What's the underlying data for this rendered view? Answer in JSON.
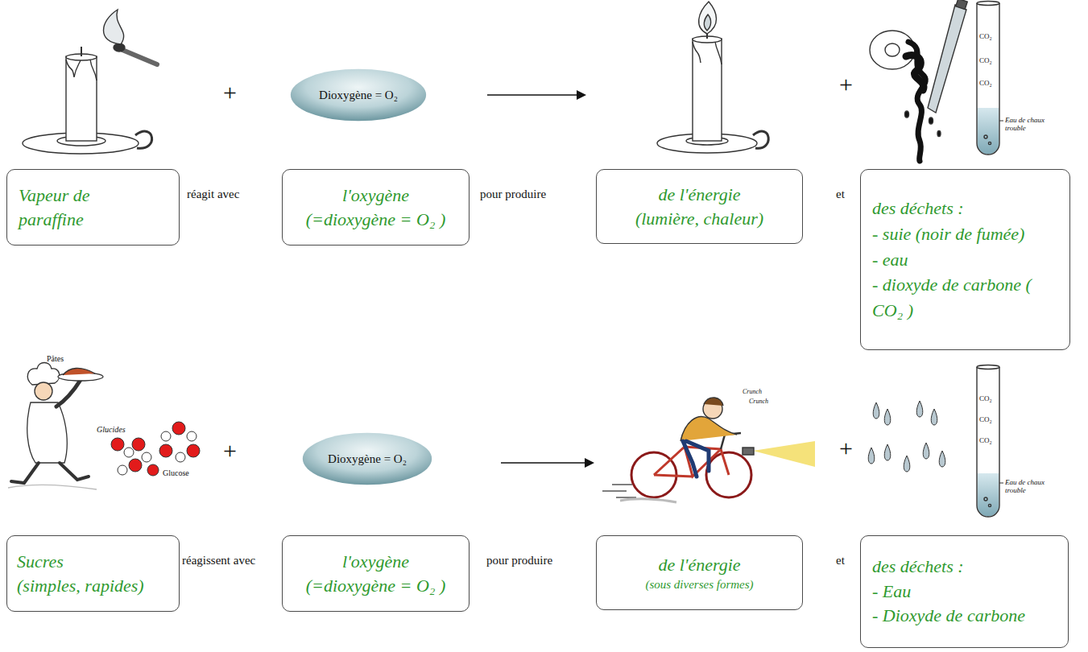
{
  "diagram": {
    "nodes": [
      {
        "text": [
          "Dioxygène = O₂"
        ]
      },
      {
        "text": [
          "Vapeur de paraffine"
        ]
      },
      {
        "text": [
          "l'oxygène",
          "(=dioxygène = O₂ )"
        ]
      },
      {
        "text": [
          "de l'énergie",
          "(lumière, chaleur)"
        ]
      },
      {
        "text": [
          "des déchets :",
          "- suie (noir de fumée)",
          "- eau",
          "- dioxyde de carbone ( CO₂ )"
        ]
      },
      {
        "text": [
          "Dioxygène = O₂"
        ]
      },
      {
        "text": [
          "Sucres",
          "(simples, rapides)"
        ]
      },
      {
        "text": [
          "l'oxygène",
          "(=dioxygène = O₂ )"
        ]
      },
      {
        "text": [
          "de l'énergie",
          "(sous diverses formes)"
        ]
      },
      {
        "text": [
          "des déchets :",
          "- Eau",
          "- Dioxyde de carbone"
        ]
      }
    ],
    "labels": [
      "+",
      "réagit avec",
      "pour produire",
      "+",
      "et",
      "CO₂",
      "CO₂",
      "CO₂",
      "Eau de chaux trouble",
      "Pâtes",
      "Glucides",
      "Glucose",
      "+",
      "réagissent avec",
      "pour produire",
      "Crunch",
      "Crunch",
      "+",
      "et",
      "CO₂",
      "CO₂",
      "CO₂",
      "Eau de chaux trouble"
    ]
  }
}
